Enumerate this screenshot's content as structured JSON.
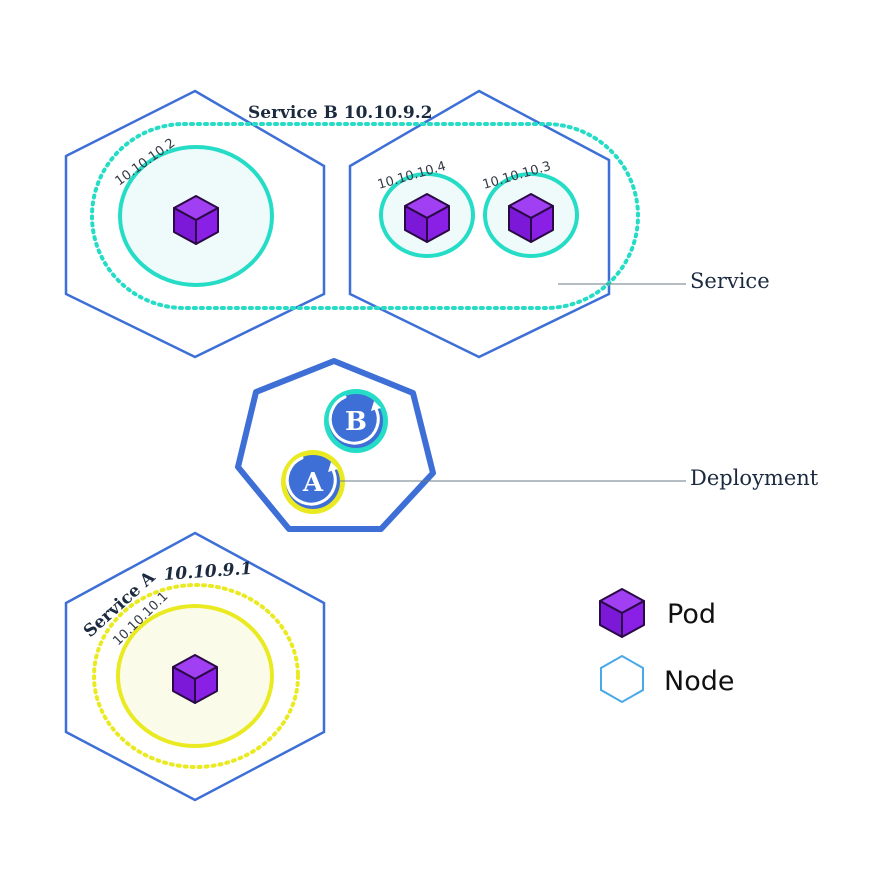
{
  "colors": {
    "node_border": "#3d6fd6",
    "deployment_border": "#3d6fd6",
    "service_b": "#25dcc6",
    "service_a": "#eaea22",
    "pod_fill": "#8a1fe6",
    "pod_stroke": "#2a0a44",
    "deploy_icon": "#3d6fd6",
    "leader_line": "#6a7a8a",
    "legend_node": "#4aa8e8"
  },
  "services": {
    "b": {
      "name": "Service B",
      "ip": "10.10.9.2"
    },
    "a": {
      "name": "Service A",
      "ip": "10.10.9.1"
    }
  },
  "pods": {
    "p1": {
      "ip": "10.10.10.2"
    },
    "p2": {
      "ip": "10.10.10.4"
    },
    "p3": {
      "ip": "10.10.10.3"
    },
    "p4": {
      "ip": "10.10.10.1"
    }
  },
  "deployment": {
    "b_label": "B",
    "a_label": "A"
  },
  "callouts": {
    "service": "Service",
    "deployment": "Deployment"
  },
  "legend": {
    "pod": "Pod",
    "node": "Node"
  }
}
